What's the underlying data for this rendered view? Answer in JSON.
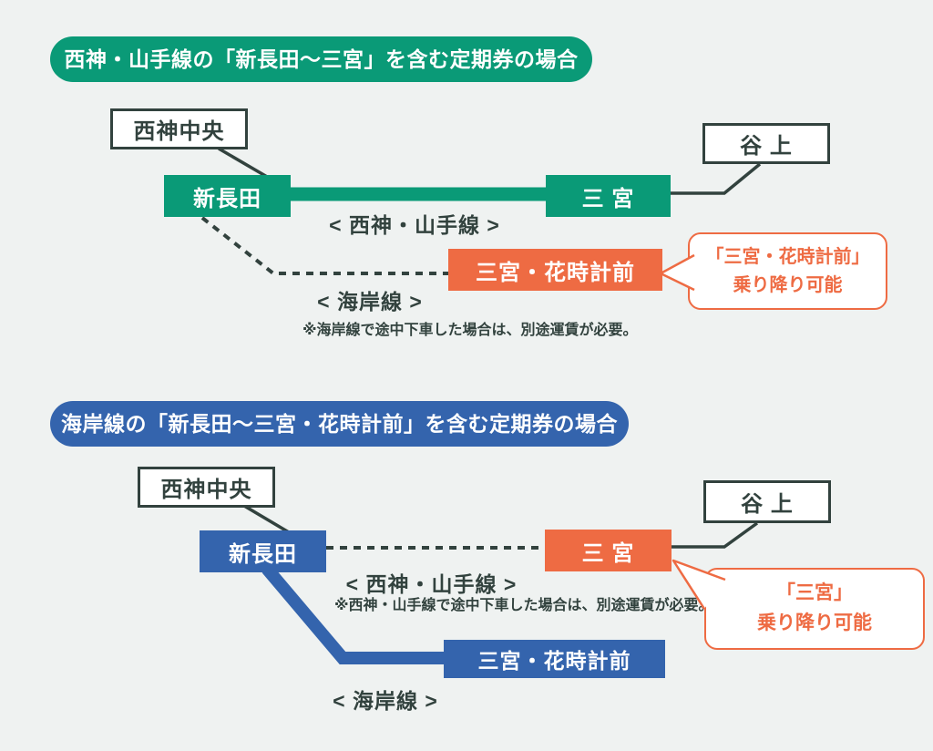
{
  "colors": {
    "background": "#eff2f1",
    "green": "#0a9a77",
    "blue": "#3464ad",
    "orange": "#ee6b43",
    "dark": "#32423e",
    "white": "#ffffff"
  },
  "sections": [
    {
      "header": "西神・山手線の「新長田〜三宮」を含む定期券の場合",
      "stations": {
        "seishin_chuo": "西神中央",
        "shin_nagata": "新長田",
        "sannomiya": "三 宮",
        "tanigami": "谷 上",
        "hanadokei": "三宮・花時計前"
      },
      "line_labels": {
        "seishin_yamate": "< 西神・山手線 >",
        "kaigan": "< 海岸線 >"
      },
      "note": "※海岸線で途中下車した場合は、別途運賃が必要。",
      "bubble": {
        "line1": "「三宮・花時計前」",
        "line2": "乗り降り可能"
      }
    },
    {
      "header": "海岸線の「新長田〜三宮・花時計前」を含む定期券の場合",
      "stations": {
        "seishin_chuo": "西神中央",
        "shin_nagata": "新長田",
        "sannomiya": "三 宮",
        "tanigami": "谷 上",
        "hanadokei": "三宮・花時計前"
      },
      "line_labels": {
        "seishin_yamate": "< 西神・山手線 >",
        "kaigan": "< 海岸線 >"
      },
      "note": "※西神・山手線で途中下車した場合は、別途運賃が必要。",
      "bubble": {
        "line1": "「三宮」",
        "line2": "乗り降り可能"
      }
    }
  ]
}
